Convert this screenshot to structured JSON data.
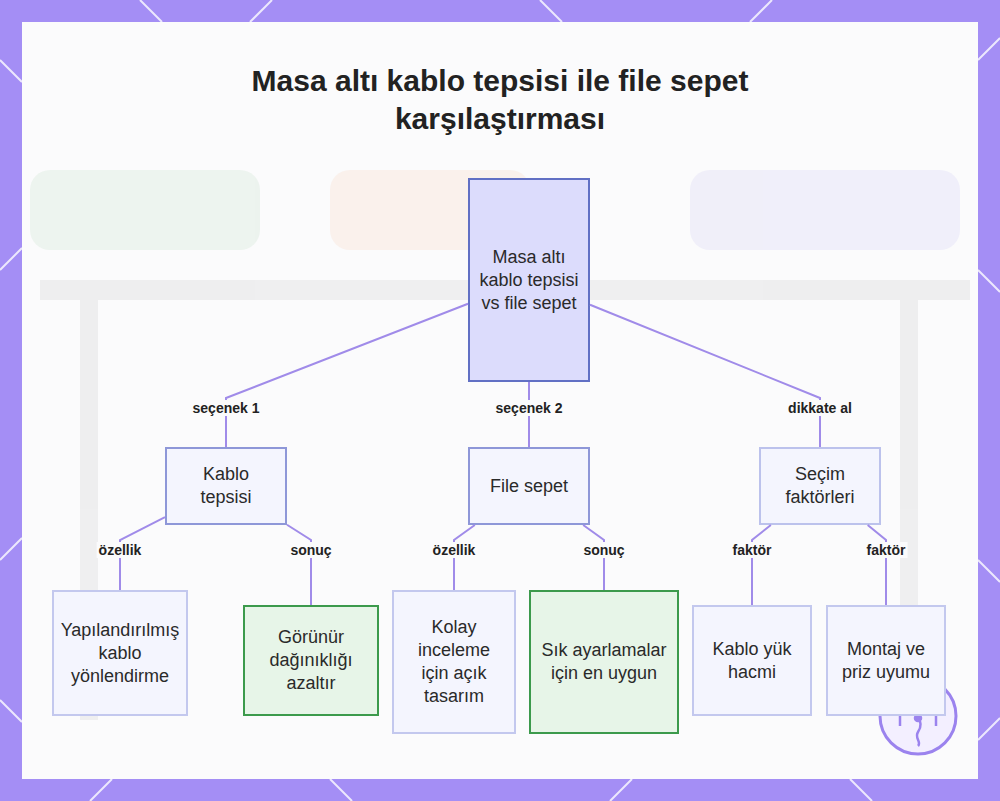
{
  "diagram": {
    "title": "Masa altı kablo tepsisi ile file sepet karşılaştırması",
    "nodes": [
      {
        "text": [
          "Masa altı kablo tepsisi vs file sepet"
        ]
      },
      {
        "text": [
          "Kablo tepsisi"
        ]
      },
      {
        "text": [
          "File sepet"
        ]
      },
      {
        "text": [
          "Seçim faktörleri"
        ]
      },
      {
        "text": [
          "Yapılandırılmış kablo yönlendirme"
        ]
      },
      {
        "text": [
          "Görünür dağınıklığı azaltır"
        ]
      },
      {
        "text": [
          "Kolay inceleme için açık tasarım"
        ]
      },
      {
        "text": [
          "Sık ayarlamalar için en uygun"
        ]
      },
      {
        "text": [
          "Kablo yük hacmi"
        ]
      },
      {
        "text": [
          "Montaj ve priz uyumu"
        ]
      }
    ],
    "edges": [
      {
        "from": 0,
        "to": 1,
        "arrow": "none",
        "label": "seçenek 1"
      },
      {
        "from": 0,
        "to": 2,
        "arrow": "none",
        "label": "seçenek 2"
      },
      {
        "from": 0,
        "to": 3,
        "arrow": "none",
        "label": "dikkate al"
      },
      {
        "from": 1,
        "to": 4,
        "arrow": "none",
        "label": "özellik"
      },
      {
        "from": 1,
        "to": 5,
        "arrow": "none",
        "label": "sonuç"
      },
      {
        "from": 2,
        "to": 6,
        "arrow": "none",
        "label": "özellik"
      },
      {
        "from": 2,
        "to": 7,
        "arrow": "none",
        "label": "sonuç"
      },
      {
        "from": 3,
        "to": 8,
        "arrow": "none",
        "label": "faktör"
      },
      {
        "from": 3,
        "to": 9,
        "arrow": "none",
        "label": "faktör"
      }
    ]
  }
}
